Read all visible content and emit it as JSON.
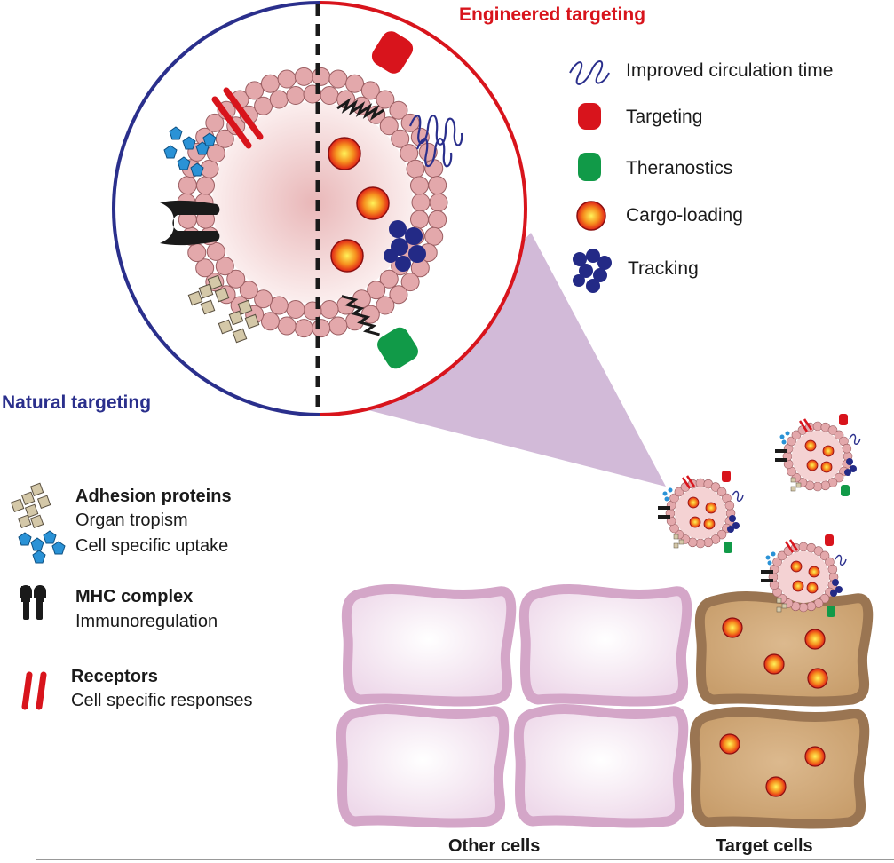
{
  "titles": {
    "engineered": "Engineered targeting",
    "natural": "Natural targeting"
  },
  "engineered_legend": [
    {
      "icon": "squiggle-icon",
      "label": "Improved circulation time"
    },
    {
      "icon": "red-capsule-icon",
      "label": "Targeting"
    },
    {
      "icon": "green-capsule-icon",
      "label": "Theranostics"
    },
    {
      "icon": "cargo-sphere-icon",
      "label": "Cargo-loading"
    },
    {
      "icon": "tracking-cluster-icon",
      "label": "Tracking"
    }
  ],
  "natural_key": {
    "adhesion": {
      "title": "Adhesion proteins",
      "lines": [
        "Organ tropism",
        "Cell specific uptake"
      ]
    },
    "mhc": {
      "title": "MHC complex",
      "lines": [
        "Immunoregulation"
      ]
    },
    "receptors": {
      "title": "Receptors",
      "lines": [
        "Cell specific responses"
      ]
    }
  },
  "cells": {
    "other_label": "Other cells",
    "target_label": "Target cells"
  },
  "colors": {
    "engineered_red": "#d8141c",
    "natural_blue": "#2a2f8c",
    "membrane_pink": "#e3a8ab",
    "cargo_orange": "#f6901e",
    "target_tan": "#d2ad80",
    "other_pink": "#f3e3ef",
    "zoom_lilac": "#cdb3d4"
  }
}
